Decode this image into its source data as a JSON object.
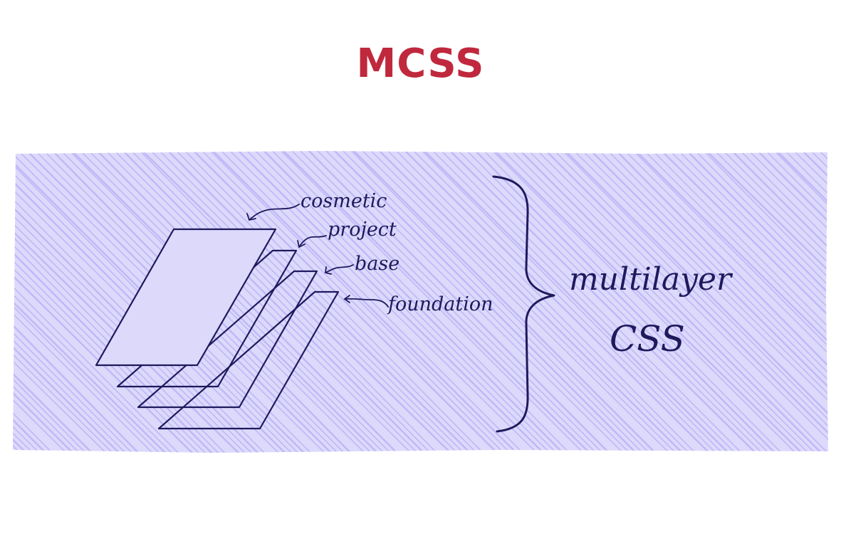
{
  "title": "MCSS",
  "colors": {
    "title": "#c0283d",
    "hatch_background": "#ddd9fb",
    "hatch_lines": "#b4acf6",
    "ink": "#1e1a5c"
  },
  "layers": [
    {
      "label": "cosmetic"
    },
    {
      "label": "project"
    },
    {
      "label": "base"
    },
    {
      "label": "foundation"
    }
  ],
  "group_label": {
    "line1": "multilayer",
    "line2": "CSS"
  }
}
